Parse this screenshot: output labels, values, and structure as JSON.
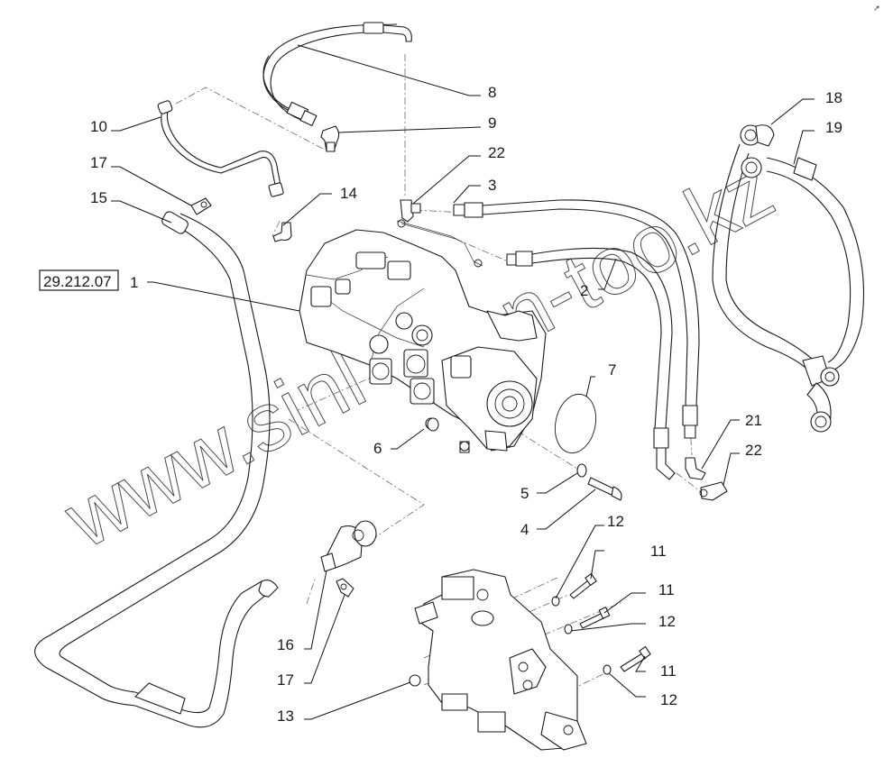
{
  "diagram": {
    "type": "exploded-parts-view",
    "reference_code": "29.212.07",
    "watermark": {
      "left_text": "www.sinl",
      "right_text": "n-too.kz"
    },
    "corner_mark": "↗",
    "callouts": [
      {
        "id": "c1",
        "label": "1",
        "part": "hydraulic-pump-assembly"
      },
      {
        "id": "c2",
        "label": "2",
        "part": "hydraulic-hose"
      },
      {
        "id": "c3",
        "label": "3",
        "part": "hydraulic-hose"
      },
      {
        "id": "c4",
        "label": "4",
        "part": "bolt"
      },
      {
        "id": "c5",
        "label": "5",
        "part": "washer"
      },
      {
        "id": "c6",
        "label": "6",
        "part": "washer"
      },
      {
        "id": "c7",
        "label": "7",
        "part": "o-ring"
      },
      {
        "id": "c8",
        "label": "8",
        "part": "hydraulic-hose"
      },
      {
        "id": "c9",
        "label": "9",
        "part": "elbow-fitting"
      },
      {
        "id": "c10",
        "label": "10",
        "part": "pipe"
      },
      {
        "id": "c11a",
        "label": "11",
        "part": "bolt"
      },
      {
        "id": "c11b",
        "label": "11",
        "part": "bolt"
      },
      {
        "id": "c11c",
        "label": "11",
        "part": "bolt"
      },
      {
        "id": "c12a",
        "label": "12",
        "part": "washer"
      },
      {
        "id": "c12b",
        "label": "12",
        "part": "washer"
      },
      {
        "id": "c12c",
        "label": "12",
        "part": "washer"
      },
      {
        "id": "c13",
        "label": "13",
        "part": "plug"
      },
      {
        "id": "c14",
        "label": "14",
        "part": "elbow-fitting"
      },
      {
        "id": "c15",
        "label": "15",
        "part": "suction-hose"
      },
      {
        "id": "c16",
        "label": "16",
        "part": "elbow-connector"
      },
      {
        "id": "c17a",
        "label": "17",
        "part": "hose-clamp"
      },
      {
        "id": "c17b",
        "label": "17",
        "part": "hose-clamp"
      },
      {
        "id": "c18",
        "label": "18",
        "part": "elbow-fitting"
      },
      {
        "id": "c19",
        "label": "19",
        "part": "hydraulic-hose"
      },
      {
        "id": "c21",
        "label": "21",
        "part": "elbow-fitting"
      },
      {
        "id": "c22a",
        "label": "22",
        "part": "tee-fitting"
      },
      {
        "id": "c22b",
        "label": "22",
        "part": "tee-fitting"
      }
    ]
  }
}
